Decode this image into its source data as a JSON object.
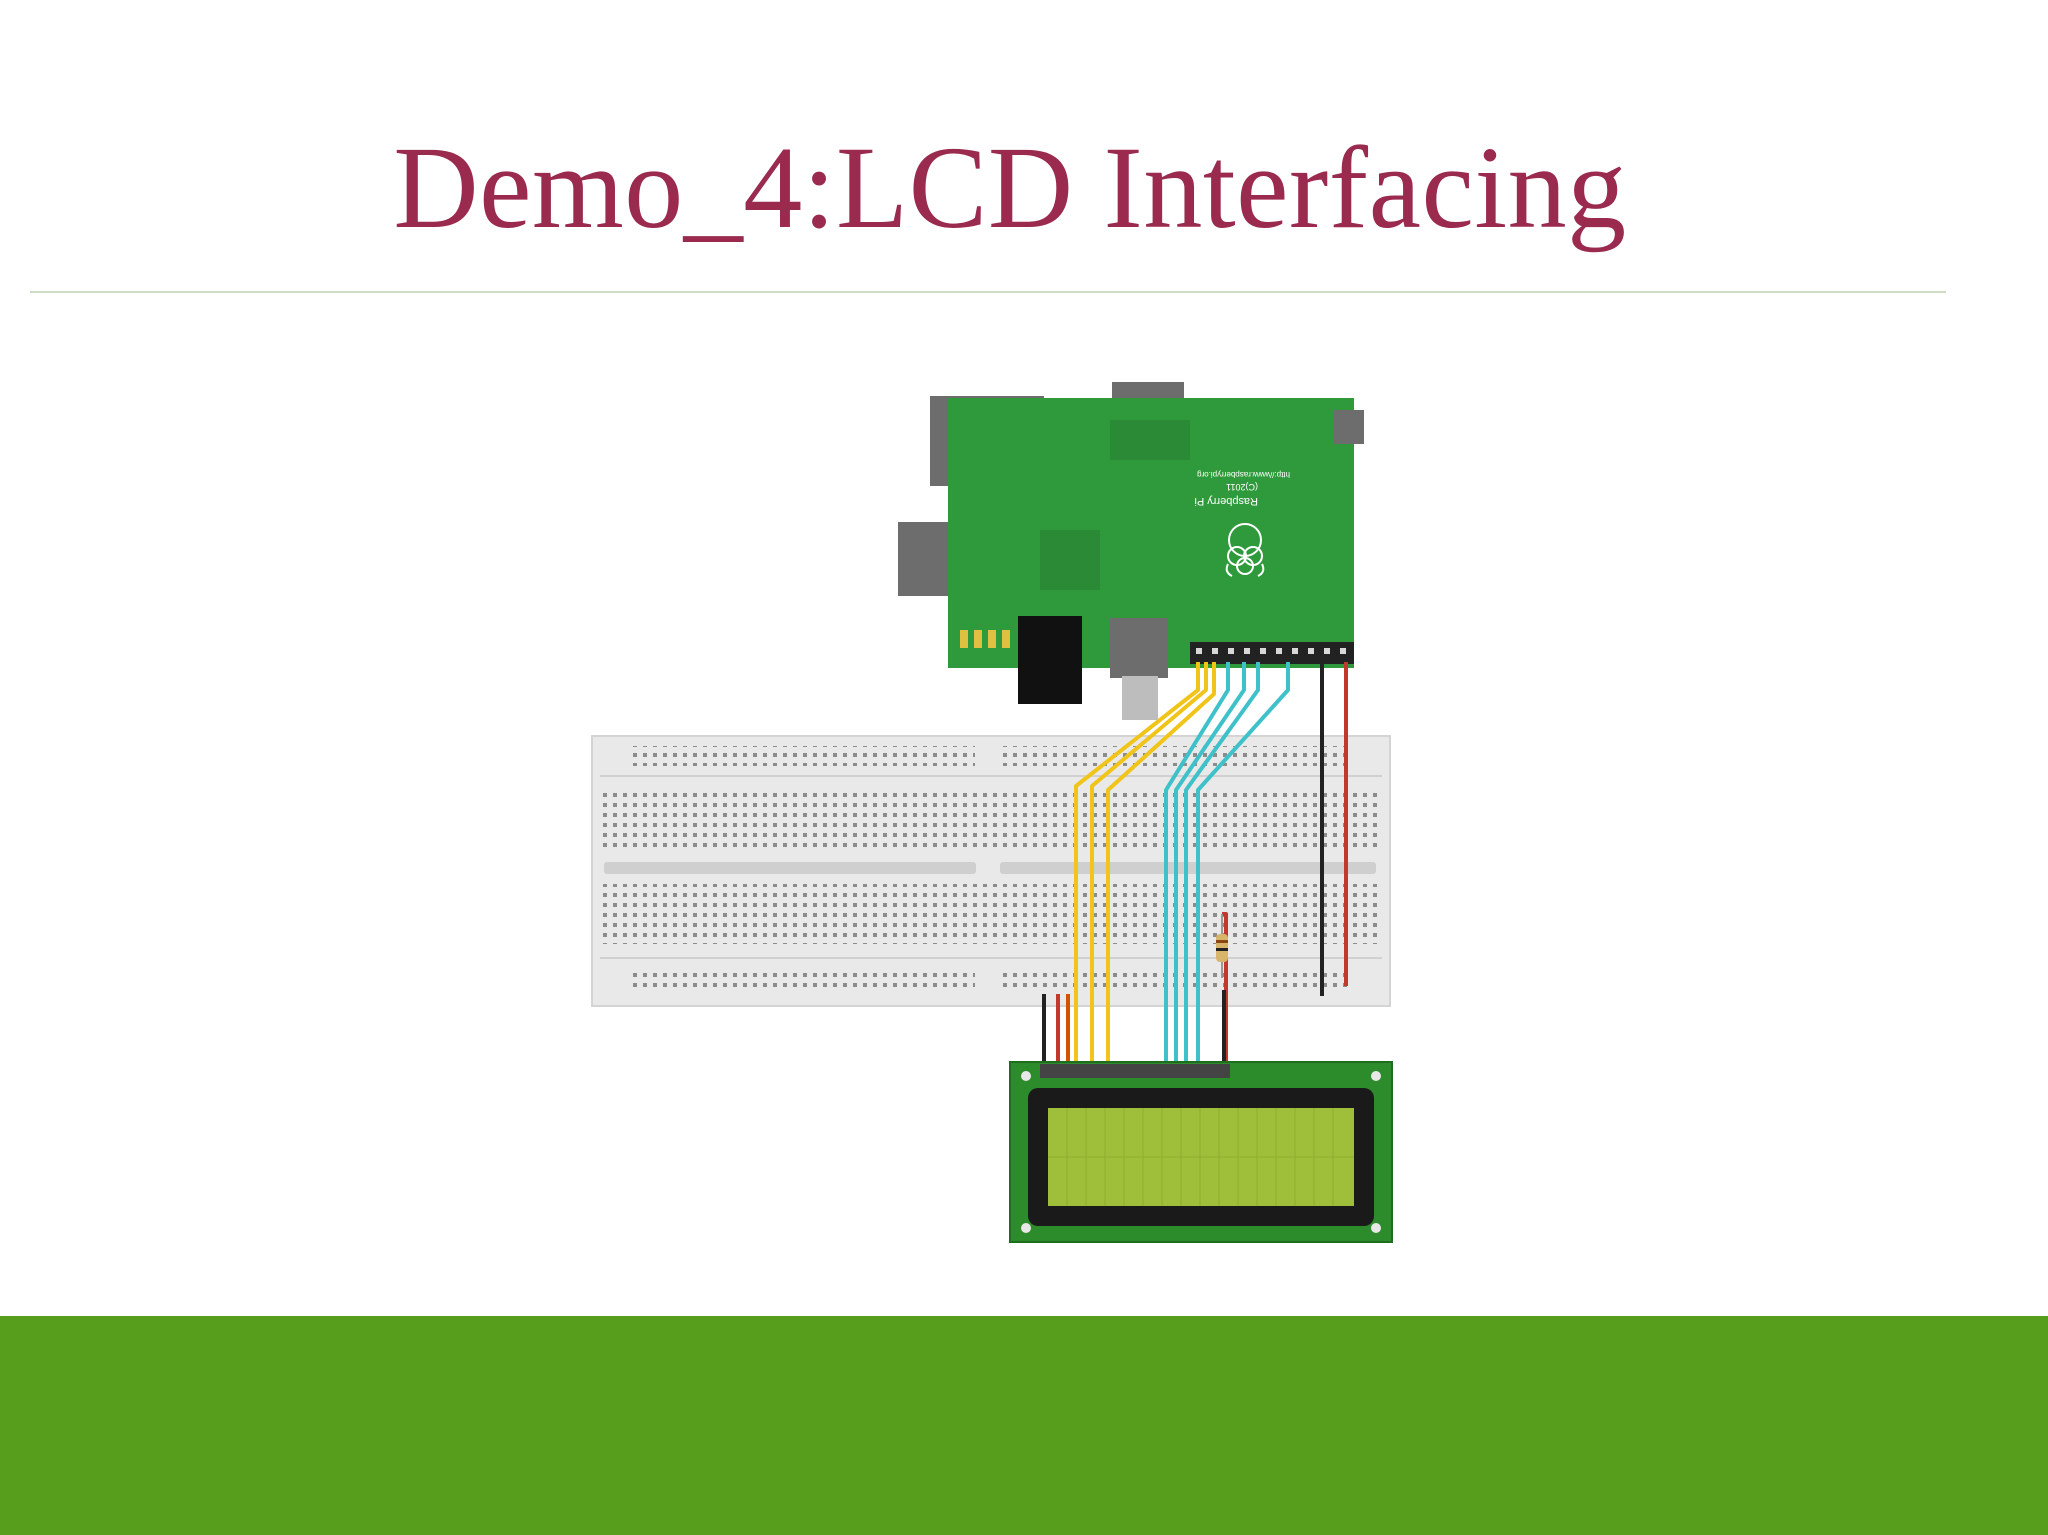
{
  "slide": {
    "title": "Demo_4:LCD Interfacing"
  },
  "diagram": {
    "pi_board_text": [
      "Raspberry Pi",
      "(C)2011",
      "http://www.raspberrypi.org"
    ],
    "colors": {
      "pcb": "#2f9a3c",
      "connector": "#6d6d6d",
      "breadboard": "#e9e9e9",
      "wire_yellow": "#f0c419",
      "wire_cyan": "#3ec1c9",
      "wire_red": "#c0392b",
      "wire_black": "#222222",
      "lcd_bezel": "#2c8c2c",
      "lcd_screen": "#9fbe3a"
    }
  },
  "footer": {
    "color": "#569e1b"
  }
}
